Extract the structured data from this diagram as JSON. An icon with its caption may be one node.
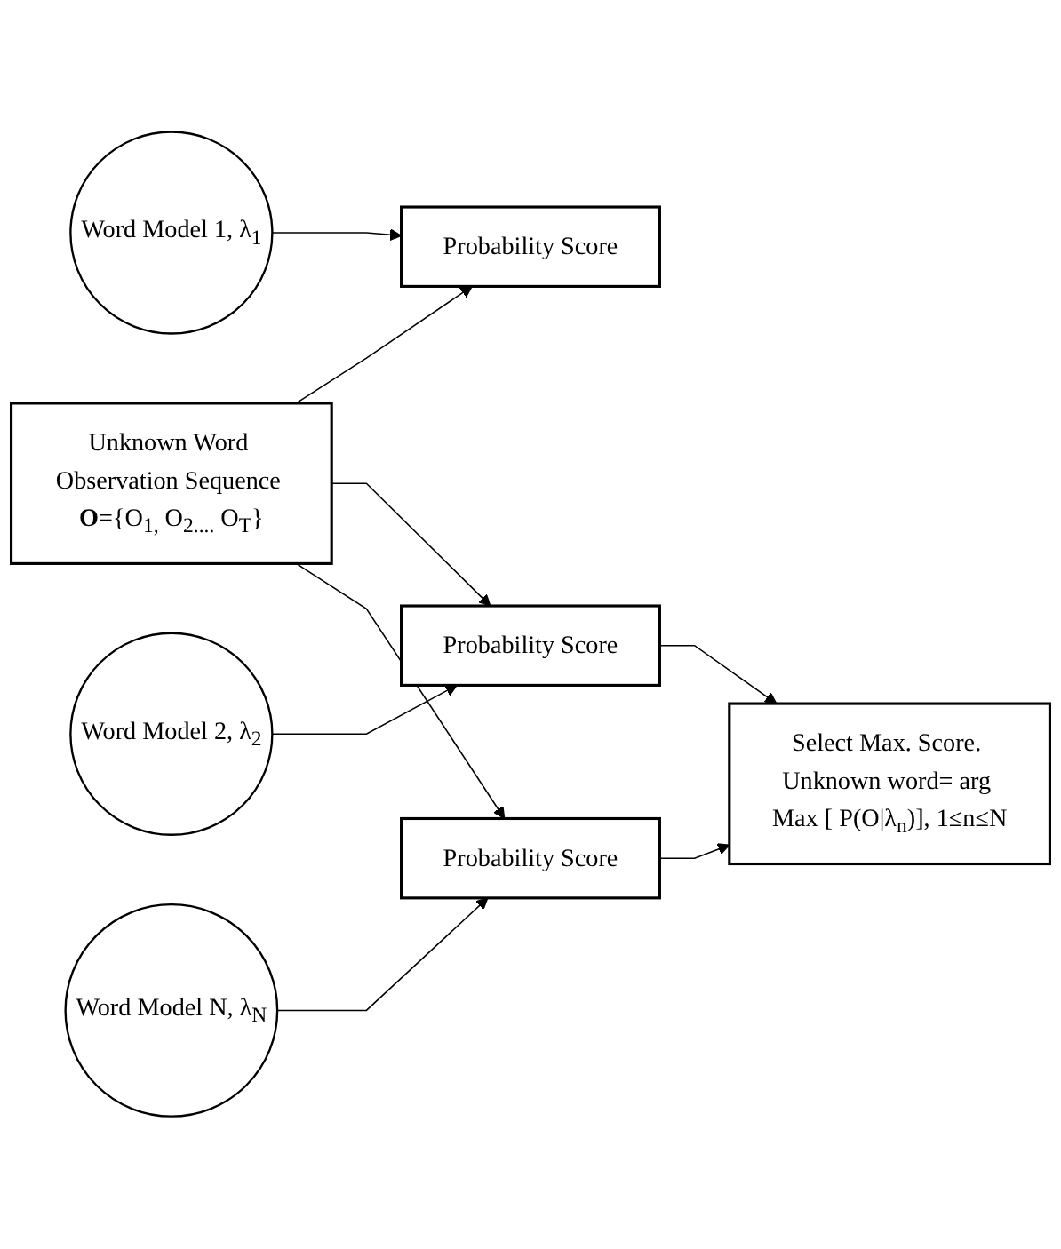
{
  "diagram": {
    "nodes": [
      {
        "text": [
          "Word Model 1, λ$_{1}$"
        ]
      },
      {
        "text": [
          "Probability Score"
        ]
      },
      {
        "text": [
          "Word Model 2, λ$_{2}$"
        ]
      },
      {
        "text": [
          "Probability Score"
        ]
      },
      {
        "text": [
          "Unknown Word Observation Sequence **O**={O$_{1,}$ O$_{2....}$ O$_{T}$}"
        ]
      },
      {
        "text": [
          "Select Max. Score. Unknown word= arg Max [ P(O|λ$_{n}$)], 1≤n≤N"
        ]
      },
      {
        "text": [
          "Probability Score"
        ]
      },
      {
        "text": [
          "Word Model N, λ$_{N}$"
        ]
      }
    ],
    "edges": [
      {
        "from": 4,
        "to": 1,
        "arrow": "to"
      },
      {
        "from": 4,
        "to": 3,
        "arrow": "to"
      },
      {
        "from": 4,
        "to": 6,
        "arrow": "to"
      },
      {
        "from": 0,
        "to": 1,
        "arrow": "to"
      },
      {
        "from": 2,
        "to": 3,
        "arrow": "to"
      },
      {
        "from": 7,
        "to": 6,
        "arrow": "to"
      },
      {
        "from": 3,
        "to": 5,
        "arrow": "to"
      },
      {
        "from": 6,
        "to": 5,
        "arrow": "to"
      }
    ]
  }
}
